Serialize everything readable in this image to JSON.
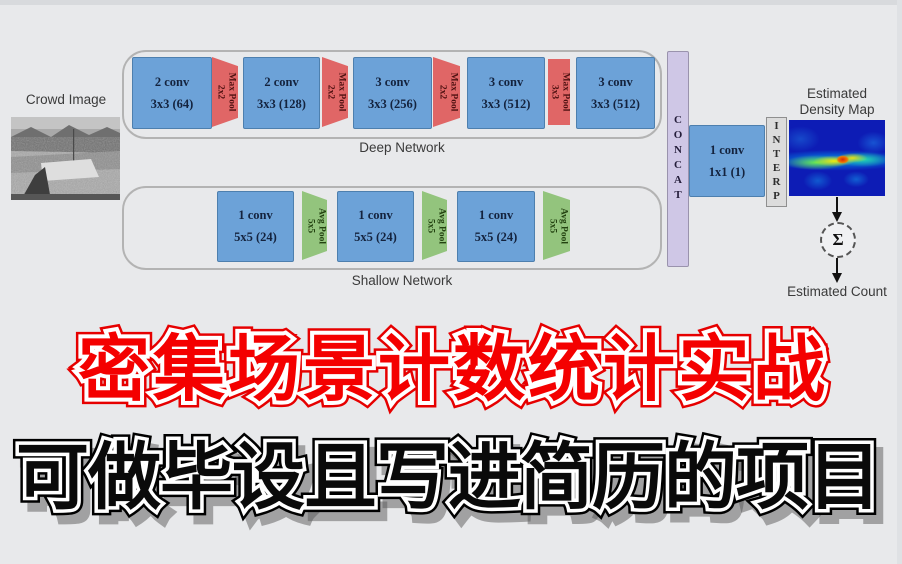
{
  "overlay": {
    "line1": "密集场景计数统计实战",
    "line2": "可做毕设且写进简历的项目",
    "line1_color": "#f40000",
    "line2_color": "#000000"
  },
  "diagram": {
    "crowd_image_label": "Crowd Image",
    "deep": {
      "label": "Deep Network",
      "c1": {
        "a": "2 conv",
        "b": "3x3 (64)"
      },
      "p1": {
        "a": "Max Pool",
        "b": "2x2"
      },
      "c2": {
        "a": "2 conv",
        "b": "3x3 (128)"
      },
      "p2": {
        "a": "Max Pool",
        "b": "2x2"
      },
      "c3": {
        "a": "3 conv",
        "b": "3x3 (256)"
      },
      "p3": {
        "a": "Max Pool",
        "b": "2x2"
      },
      "c4": {
        "a": "3 conv",
        "b": "3x3 (512)"
      },
      "p4": {
        "a": "Max Pool",
        "b": "3x3"
      },
      "c5": {
        "a": "3 conv",
        "b": "3x3 (512)"
      }
    },
    "shallow": {
      "label": "Shallow Network",
      "c1": {
        "a": "1 conv",
        "b": "5x5 (24)"
      },
      "p1": {
        "a": "Avg Pool",
        "b": "5x5"
      },
      "c2": {
        "a": "1 conv",
        "b": "5x5 (24)"
      },
      "p2": {
        "a": "Avg Pool",
        "b": "5x5"
      },
      "c3": {
        "a": "1 conv",
        "b": "5x5 (24)"
      },
      "p3": {
        "a": "Avg Pool",
        "b": "5x5"
      }
    },
    "concat_label": "CONCAT",
    "fuse": {
      "a": "1 conv",
      "b": "1x1 (1)"
    },
    "interp_label": "INTERP",
    "density_map_label": "Estimated Density Map",
    "sum_symbol": "Σ",
    "estimated_count_label": "Estimated Count",
    "colors": {
      "conv_fill": "#6ca2d8",
      "max_pool_fill": "#e06666",
      "avg_pool_fill": "#93c47d",
      "concat_fill": "#cfc7e6",
      "interp_fill": "#dcdcdc",
      "density_map_base": "#0d1cb5"
    }
  }
}
